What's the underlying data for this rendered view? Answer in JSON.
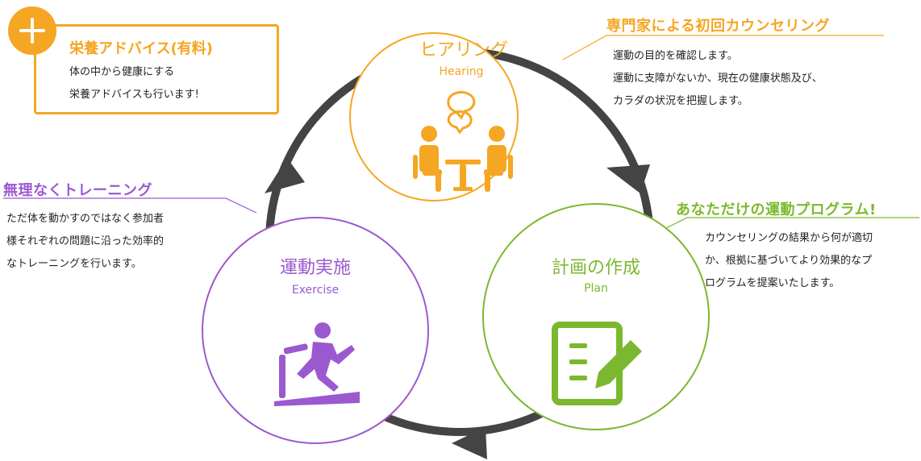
{
  "stages": {
    "hearing": {
      "title": "ヒアリング",
      "subtitle": "Hearing",
      "color": "#f5a623",
      "icon": "meeting-icon"
    },
    "plan": {
      "title": "計画の作成",
      "subtitle": "Plan",
      "color": "#7cb82f",
      "icon": "document-edit-icon"
    },
    "exercise": {
      "title": "運動実施",
      "subtitle": "Exercise",
      "color": "#9b59d0",
      "icon": "treadmill-runner-icon"
    }
  },
  "notes": {
    "hearing": {
      "title": "専門家による初回カウンセリング",
      "lines": [
        "運動の目的を確認します。",
        "運動に支障がないか、現在の健康状態及び、",
        "カラダの状況を把握します。"
      ]
    },
    "plan": {
      "title": "あなただけの運動プログラム!",
      "lines": [
        "カウンセリングの結果から何が適切",
        "か、根拠に基づいてより効果的なプ",
        "ログラムを提案いたします。"
      ]
    },
    "exercise": {
      "title": "無理なくトレーニング",
      "lines": [
        "ただ体を動かすのではなく参加者",
        "様それぞれの問題に沿った効率的",
        "なトレーニングを行います。"
      ]
    }
  },
  "nutrition": {
    "title": "栄養アドバイス(有料)",
    "lines": [
      "体の中から健康にする",
      "栄養アドバイスも行います!"
    ],
    "icon": "plus-icon",
    "color": "#f5a623"
  },
  "cycle": {
    "arrow_color": "#444444",
    "icon": "cycle-arrow-icon"
  }
}
